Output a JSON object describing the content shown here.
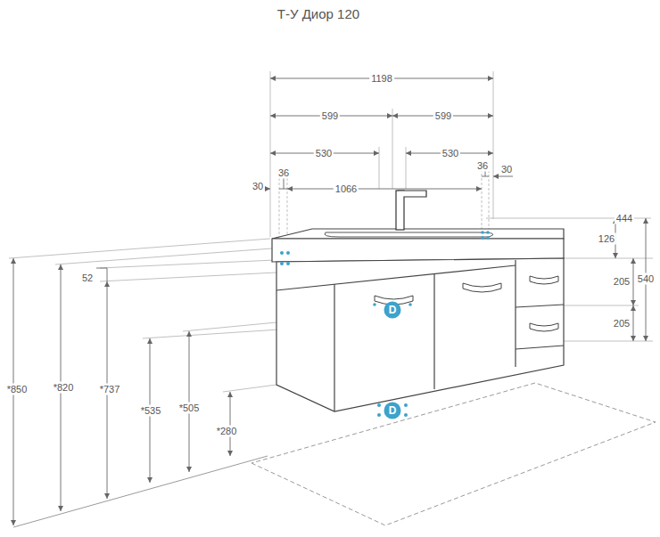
{
  "diagram": {
    "title": "Т-У Диор 120",
    "nodes": [
      {
        "text": [
          "D"
        ]
      },
      {
        "text": [
          "D"
        ]
      }
    ],
    "labels": [
      "1198",
      "599",
      "599",
      "530",
      "530",
      "30",
      "36",
      "1066",
      "36",
      "30",
      "444",
      "126",
      "205",
      "540",
      "205",
      "52",
      "*850",
      "*820",
      "*737",
      "*535",
      "*505",
      "*280"
    ]
  }
}
